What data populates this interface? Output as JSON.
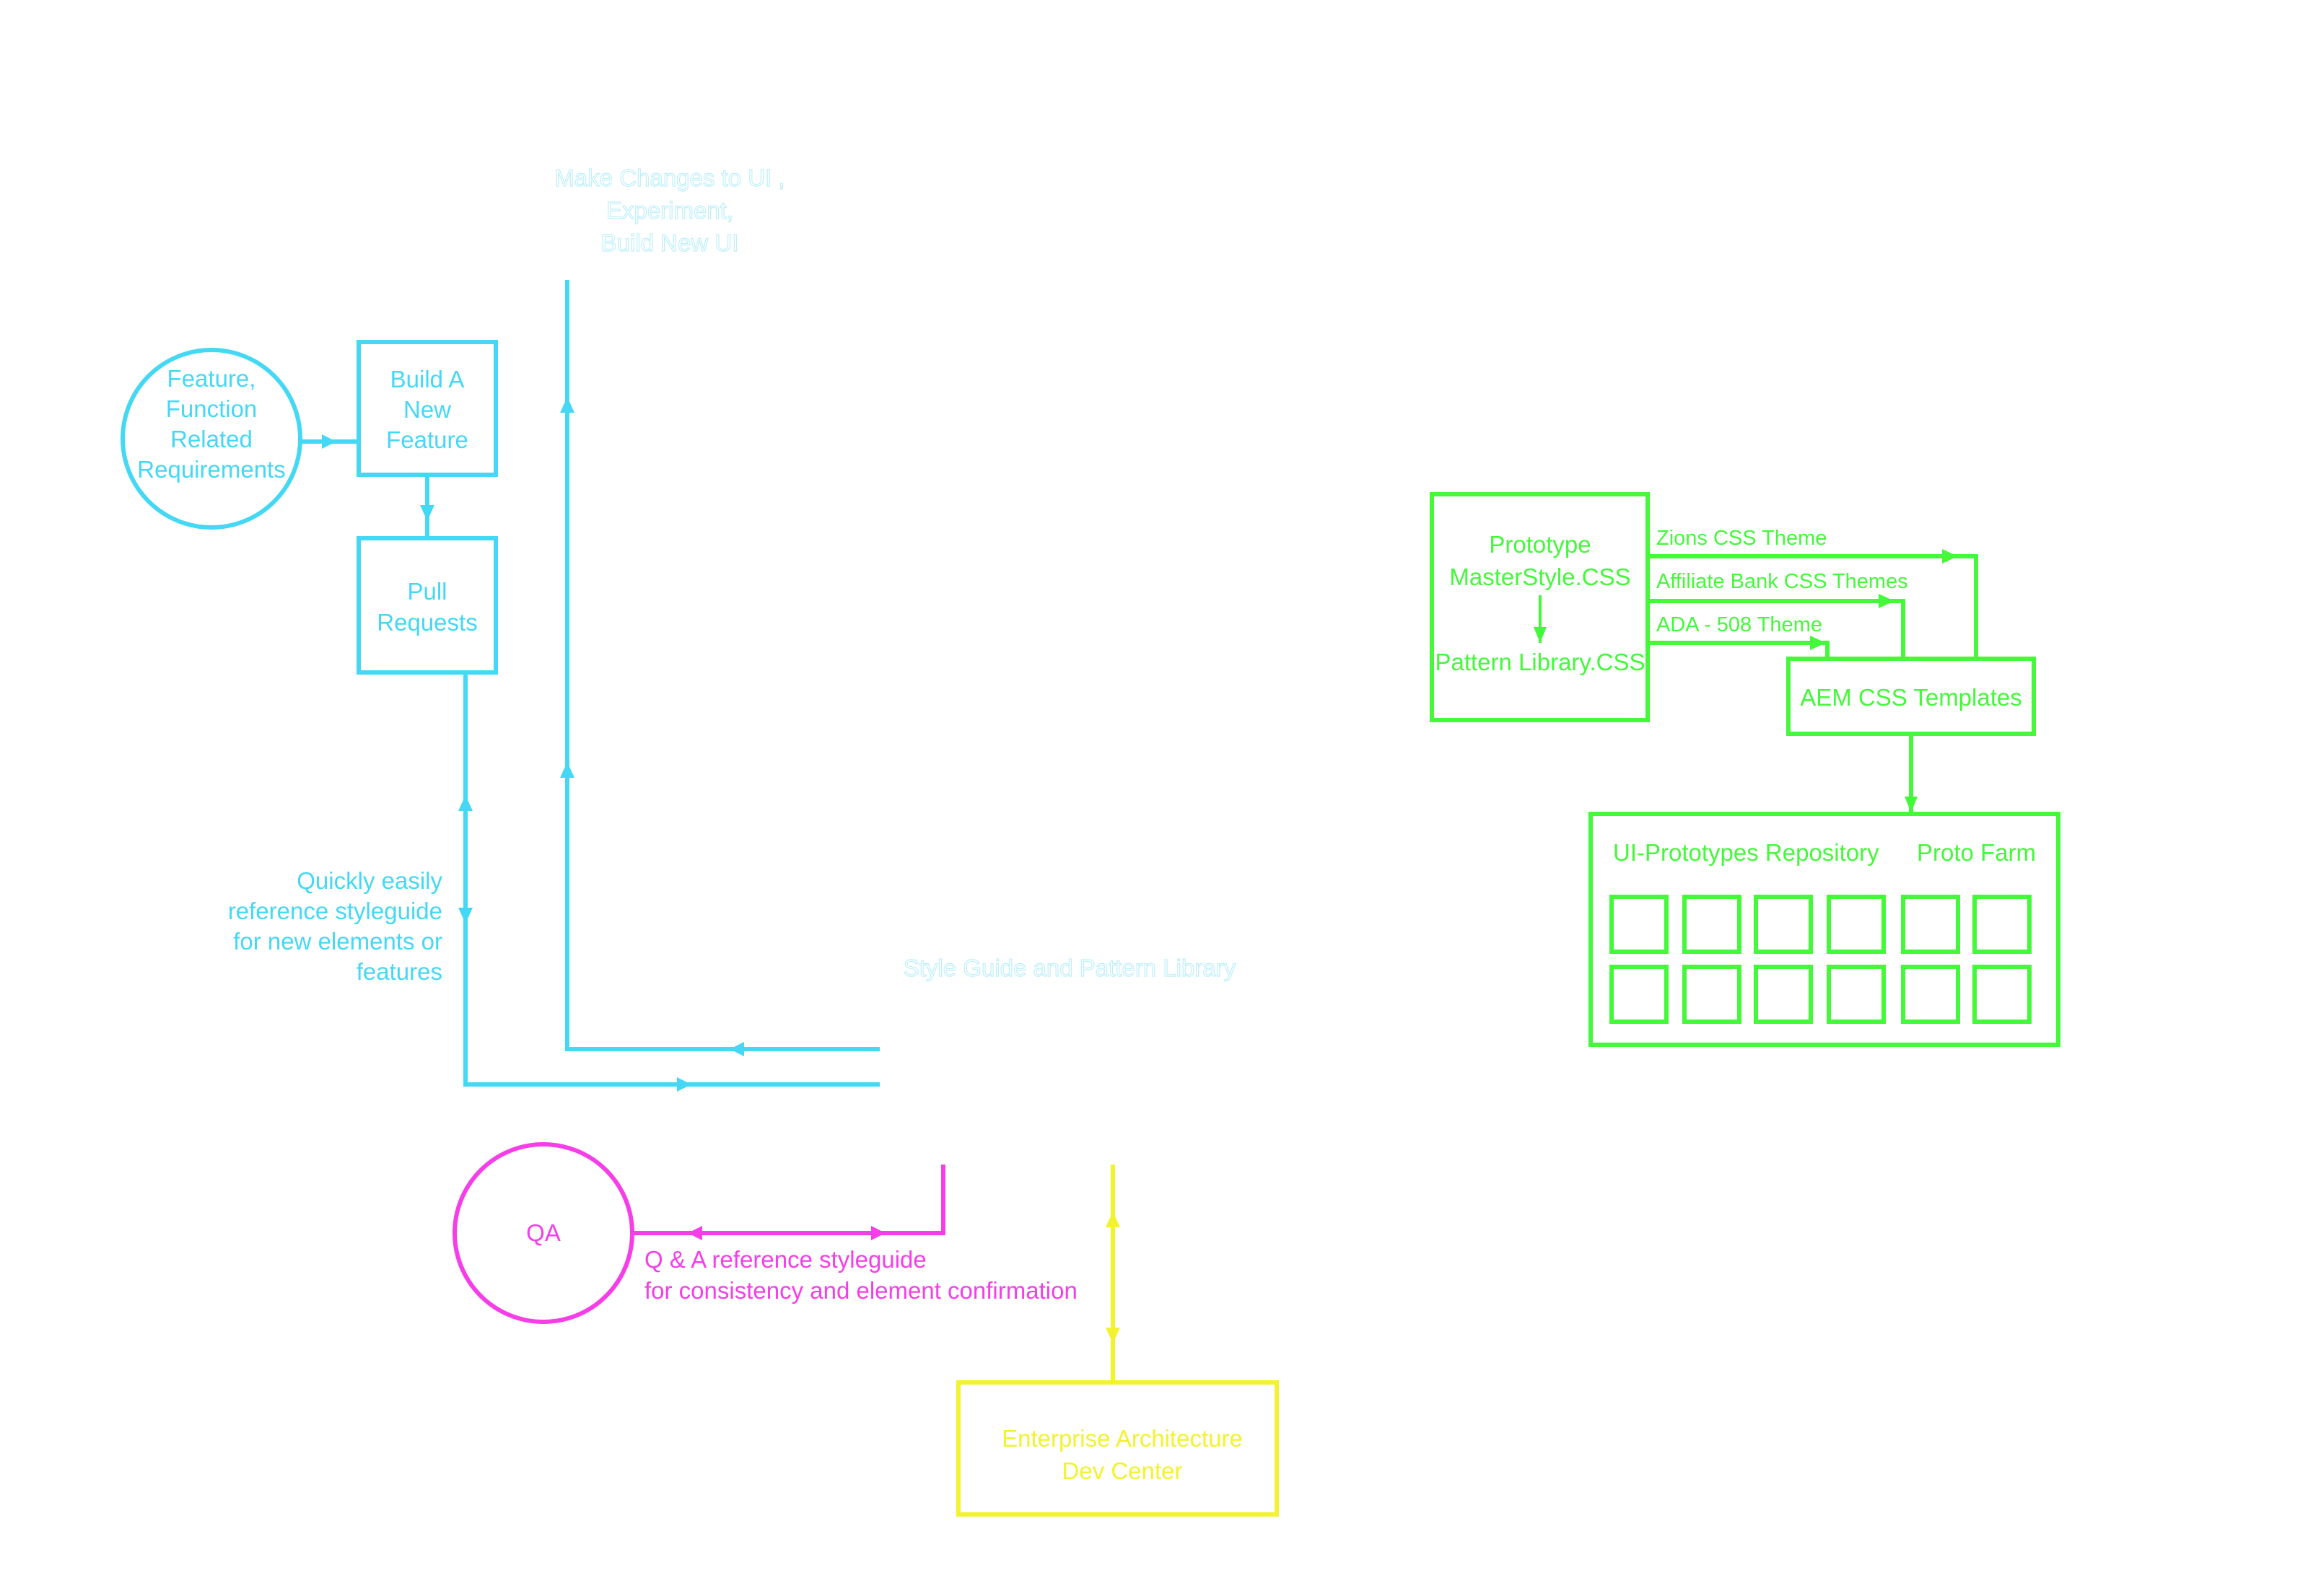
{
  "colors": {
    "dev": "#44d8f4",
    "css": "#44f83a",
    "qa": "#f53ee8",
    "enterprise": "#f2f22e"
  },
  "requirements": {
    "lines": [
      "Feature,",
      "Function",
      "Related",
      "Requirements"
    ]
  },
  "build_feature": {
    "lines": [
      "Build A",
      "New",
      "Feature"
    ]
  },
  "pull_requests": {
    "lines": [
      "Pull",
      "Requests"
    ]
  },
  "reference_note": {
    "lines": [
      "Quickly easily",
      "reference styleguide",
      "for new elements or",
      "features"
    ]
  },
  "make_changes": {
    "lines": [
      "Make Changes to UI ,",
      "Experiment,",
      "Build New UI"
    ]
  },
  "style_guide": {
    "label": "Style Guide and Pattern Library"
  },
  "qa": {
    "label": "QA",
    "note": [
      "Q & A reference styleguide",
      "for consistency and element confirmation"
    ]
  },
  "enterprise": {
    "lines": [
      "Enterprise Architecture",
      "Dev Center"
    ]
  },
  "prototype": {
    "lines": [
      "Prototype",
      "MasterStyle.CSS"
    ],
    "pattern": "Pattern Library.CSS"
  },
  "themes": [
    "Zions CSS Theme",
    "Affiliate Bank CSS Themes",
    "ADA - 508 Theme"
  ],
  "aem": {
    "label": "AEM CSS Templates"
  },
  "repository": {
    "label": "UI-Prototypes Repository",
    "farm": "Proto Farm"
  }
}
